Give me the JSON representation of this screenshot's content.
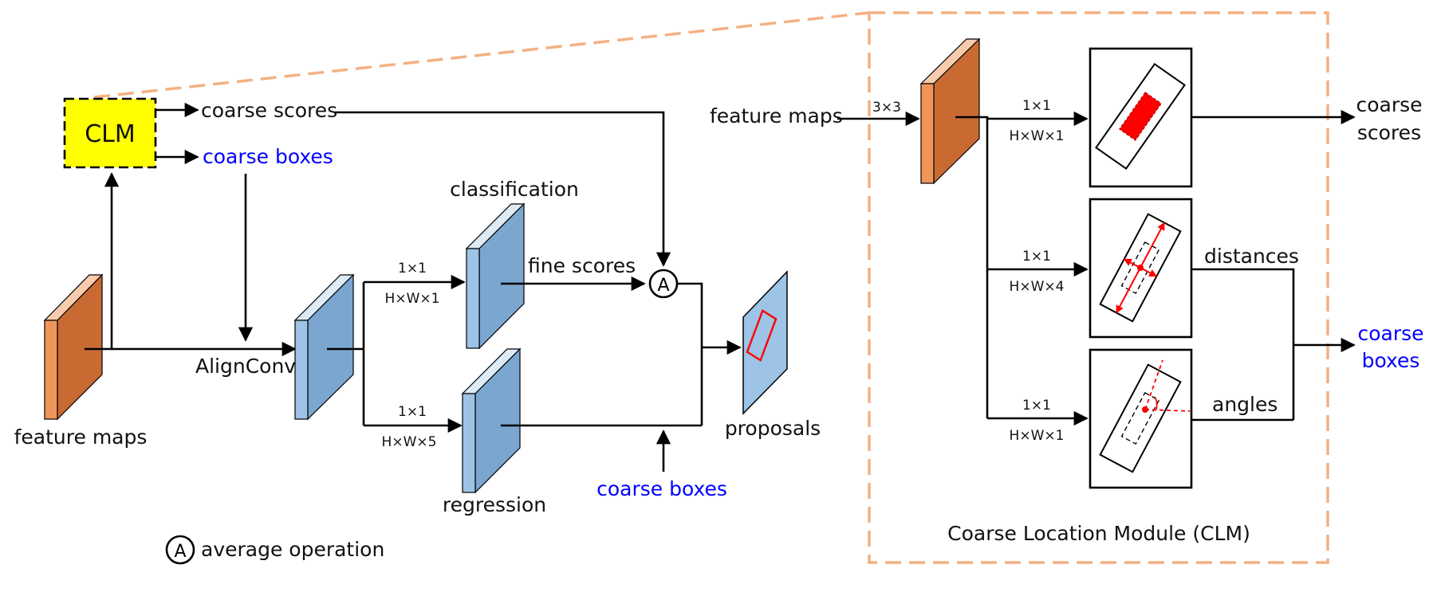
{
  "labels": {
    "clm_box": "CLM",
    "coarse_scores_left": "coarse scores",
    "coarse_boxes_left": "coarse boxes",
    "feature_maps_left": "feature maps",
    "align_conv": "AlignConv",
    "conv_cls_kernel": "1×1",
    "conv_cls_shape": "H×W×1",
    "conv_reg_kernel": "1×1",
    "conv_reg_shape": "H×W×5",
    "classification": "classification",
    "regression": "regression",
    "fine_scores": "fine scores",
    "avg_symbol": "A",
    "proposals": "proposals",
    "coarse_boxes_bottom": "coarse boxes",
    "legend_symbol": "A",
    "legend_text": "average operation"
  },
  "clm_module": {
    "feature_maps": "feature maps",
    "conv_kernel": "3×3",
    "branch1_kernel": "1×1",
    "branch1_shape": "H×W×1",
    "branch2_kernel": "1×1",
    "branch2_shape": "H×W×4",
    "branch3_kernel": "1×1",
    "branch3_shape": "H×W×1",
    "distances": "distances",
    "angles": "angles",
    "out_scores_line1": "coarse",
    "out_scores_line2": "scores",
    "out_boxes_line1": "coarse",
    "out_boxes_line2": "boxes",
    "title": "Coarse Location Module (CLM)"
  },
  "colors": {
    "feature_front": "#F0955A",
    "feature_side": "#C86A32",
    "feature_top": "#F8CBAD",
    "blue_front": "#9DC3E6",
    "blue_side": "#7AA6CF",
    "blue_top": "#DDEBF7",
    "clm_fill": "#FFFF00",
    "dashed_orange": "#F4B183",
    "blue_text": "#0000FF",
    "red": "#FF0000"
  },
  "icons": {
    "arrowhead": "filled-triangle-arrow",
    "average_operator": "circled-letter-A"
  }
}
